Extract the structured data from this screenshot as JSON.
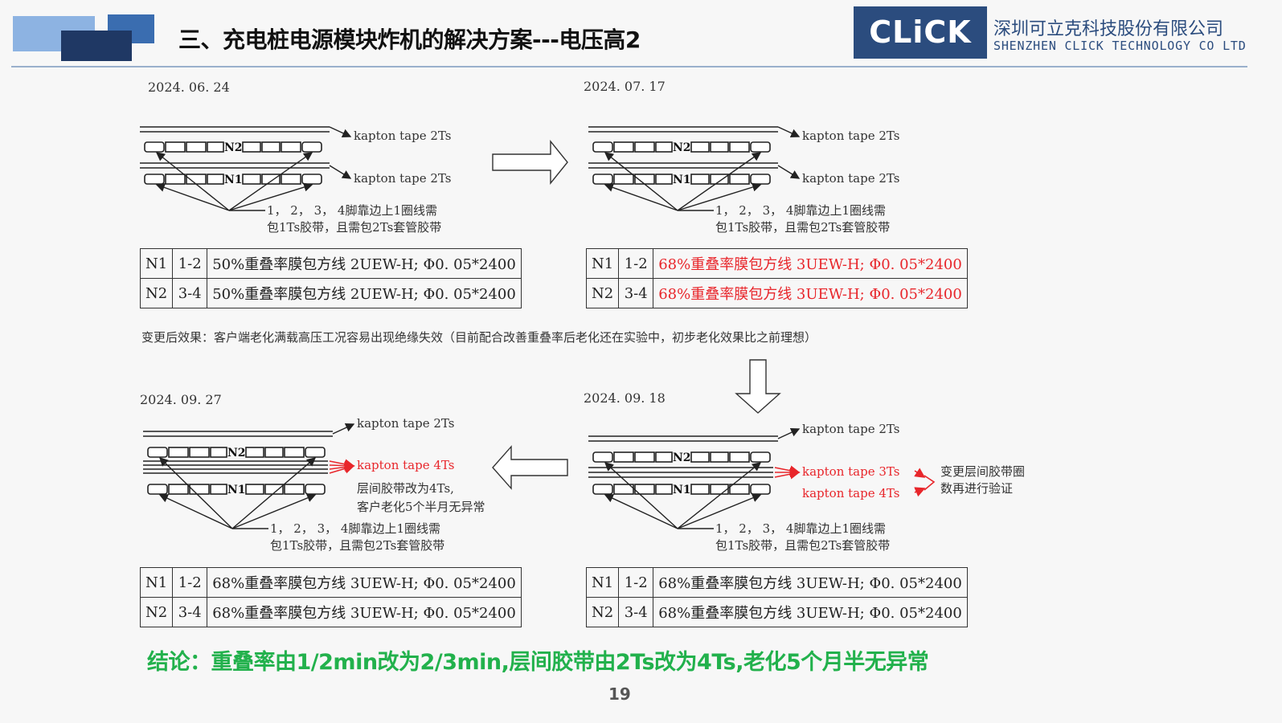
{
  "header": {
    "title": "三、充电桩电源模块炸机的解决方案---电压高2",
    "logo_text": "CLiCK",
    "company_cn": "深圳可立克科技股份有限公司",
    "company_en": "SHENZHEN CLICK TECHNOLOGY CO LTD"
  },
  "colors": {
    "accent": "#2b4c7e",
    "red": "#e8262b",
    "green": "#22b14c"
  },
  "diagrams": {
    "d1": {
      "date": "2024. 06. 24",
      "tape_top": "kapton tape 2Ts",
      "tape_mid": "kapton tape 2Ts",
      "n2": "N2",
      "n1": "N1",
      "note_line1": "1， 2， 3， 4脚靠边上1圈线需",
      "note_line2": "包1Ts胶带，且需包2Ts套管胶带",
      "rows": [
        {
          "w": "N1",
          "pins": "1-2",
          "spec": "50%重叠率膜包方线 2UEW-H; Φ0. 05*2400"
        },
        {
          "w": "N2",
          "pins": "3-4",
          "spec": "50%重叠率膜包方线 2UEW-H; Φ0. 05*2400"
        }
      ]
    },
    "d2": {
      "date": "2024. 07. 17",
      "tape_top": "kapton tape 2Ts",
      "tape_mid": "kapton tape 2Ts",
      "n2": "N2",
      "n1": "N1",
      "note_line1": "1， 2， 3， 4脚靠边上1圈线需",
      "note_line2": "包1Ts胶带，且需包2Ts套管胶带",
      "rows": [
        {
          "w": "N1",
          "pins": "1-2",
          "spec": "68%重叠率膜包方线 3UEW-H; Φ0. 05*2400"
        },
        {
          "w": "N2",
          "pins": "3-4",
          "spec": "68%重叠率膜包方线 3UEW-H; Φ0. 05*2400"
        }
      ]
    },
    "effect": "变更后效果：客户端老化满载高压工况容易出现绝缘失效（目前配合改善重叠率后老化还在实验中，初步老化效果比之前理想）",
    "d3": {
      "date": "2024. 09. 18",
      "tape_top": "kapton tape 2Ts",
      "tape_mid_a": "kapton tape 3Ts",
      "tape_mid_b": "kapton tape 4Ts",
      "change_note_1": "变更层间胶带圈",
      "change_note_2": "数再进行验证",
      "n2": "N2",
      "n1": "N1",
      "note_line1": "1， 2， 3， 4脚靠边上1圈线需",
      "note_line2": "包1Ts胶带，且需包2Ts套管胶带",
      "rows": [
        {
          "w": "N1",
          "pins": "1-2",
          "spec": "68%重叠率膜包方线 3UEW-H; Φ0. 05*2400"
        },
        {
          "w": "N2",
          "pins": "3-4",
          "spec": "68%重叠率膜包方线 3UEW-H; Φ0. 05*2400"
        }
      ]
    },
    "d4": {
      "date": "2024. 09. 27",
      "tape_top": "kapton tape 2Ts",
      "tape_mid": "kapton tape 4Ts",
      "red_note_1": "层间胶带改为4Ts,",
      "red_note_2": "客户老化5个半月无异常",
      "n2": "N2",
      "n1": "N1",
      "note_line1": "1， 2， 3， 4脚靠边上1圈线需",
      "note_line2": "包1Ts胶带，且需包2Ts套管胶带",
      "rows": [
        {
          "w": "N1",
          "pins": "1-2",
          "spec": "68%重叠率膜包方线 3UEW-H; Φ0. 05*2400"
        },
        {
          "w": "N2",
          "pins": "3-4",
          "spec": "68%重叠率膜包方线 3UEW-H; Φ0. 05*2400"
        }
      ]
    }
  },
  "conclusion": "结论：重叠率由1/2min改为2/3min,层间胶带由2Ts改为4Ts,老化5个月半无异常",
  "page_number": "19"
}
